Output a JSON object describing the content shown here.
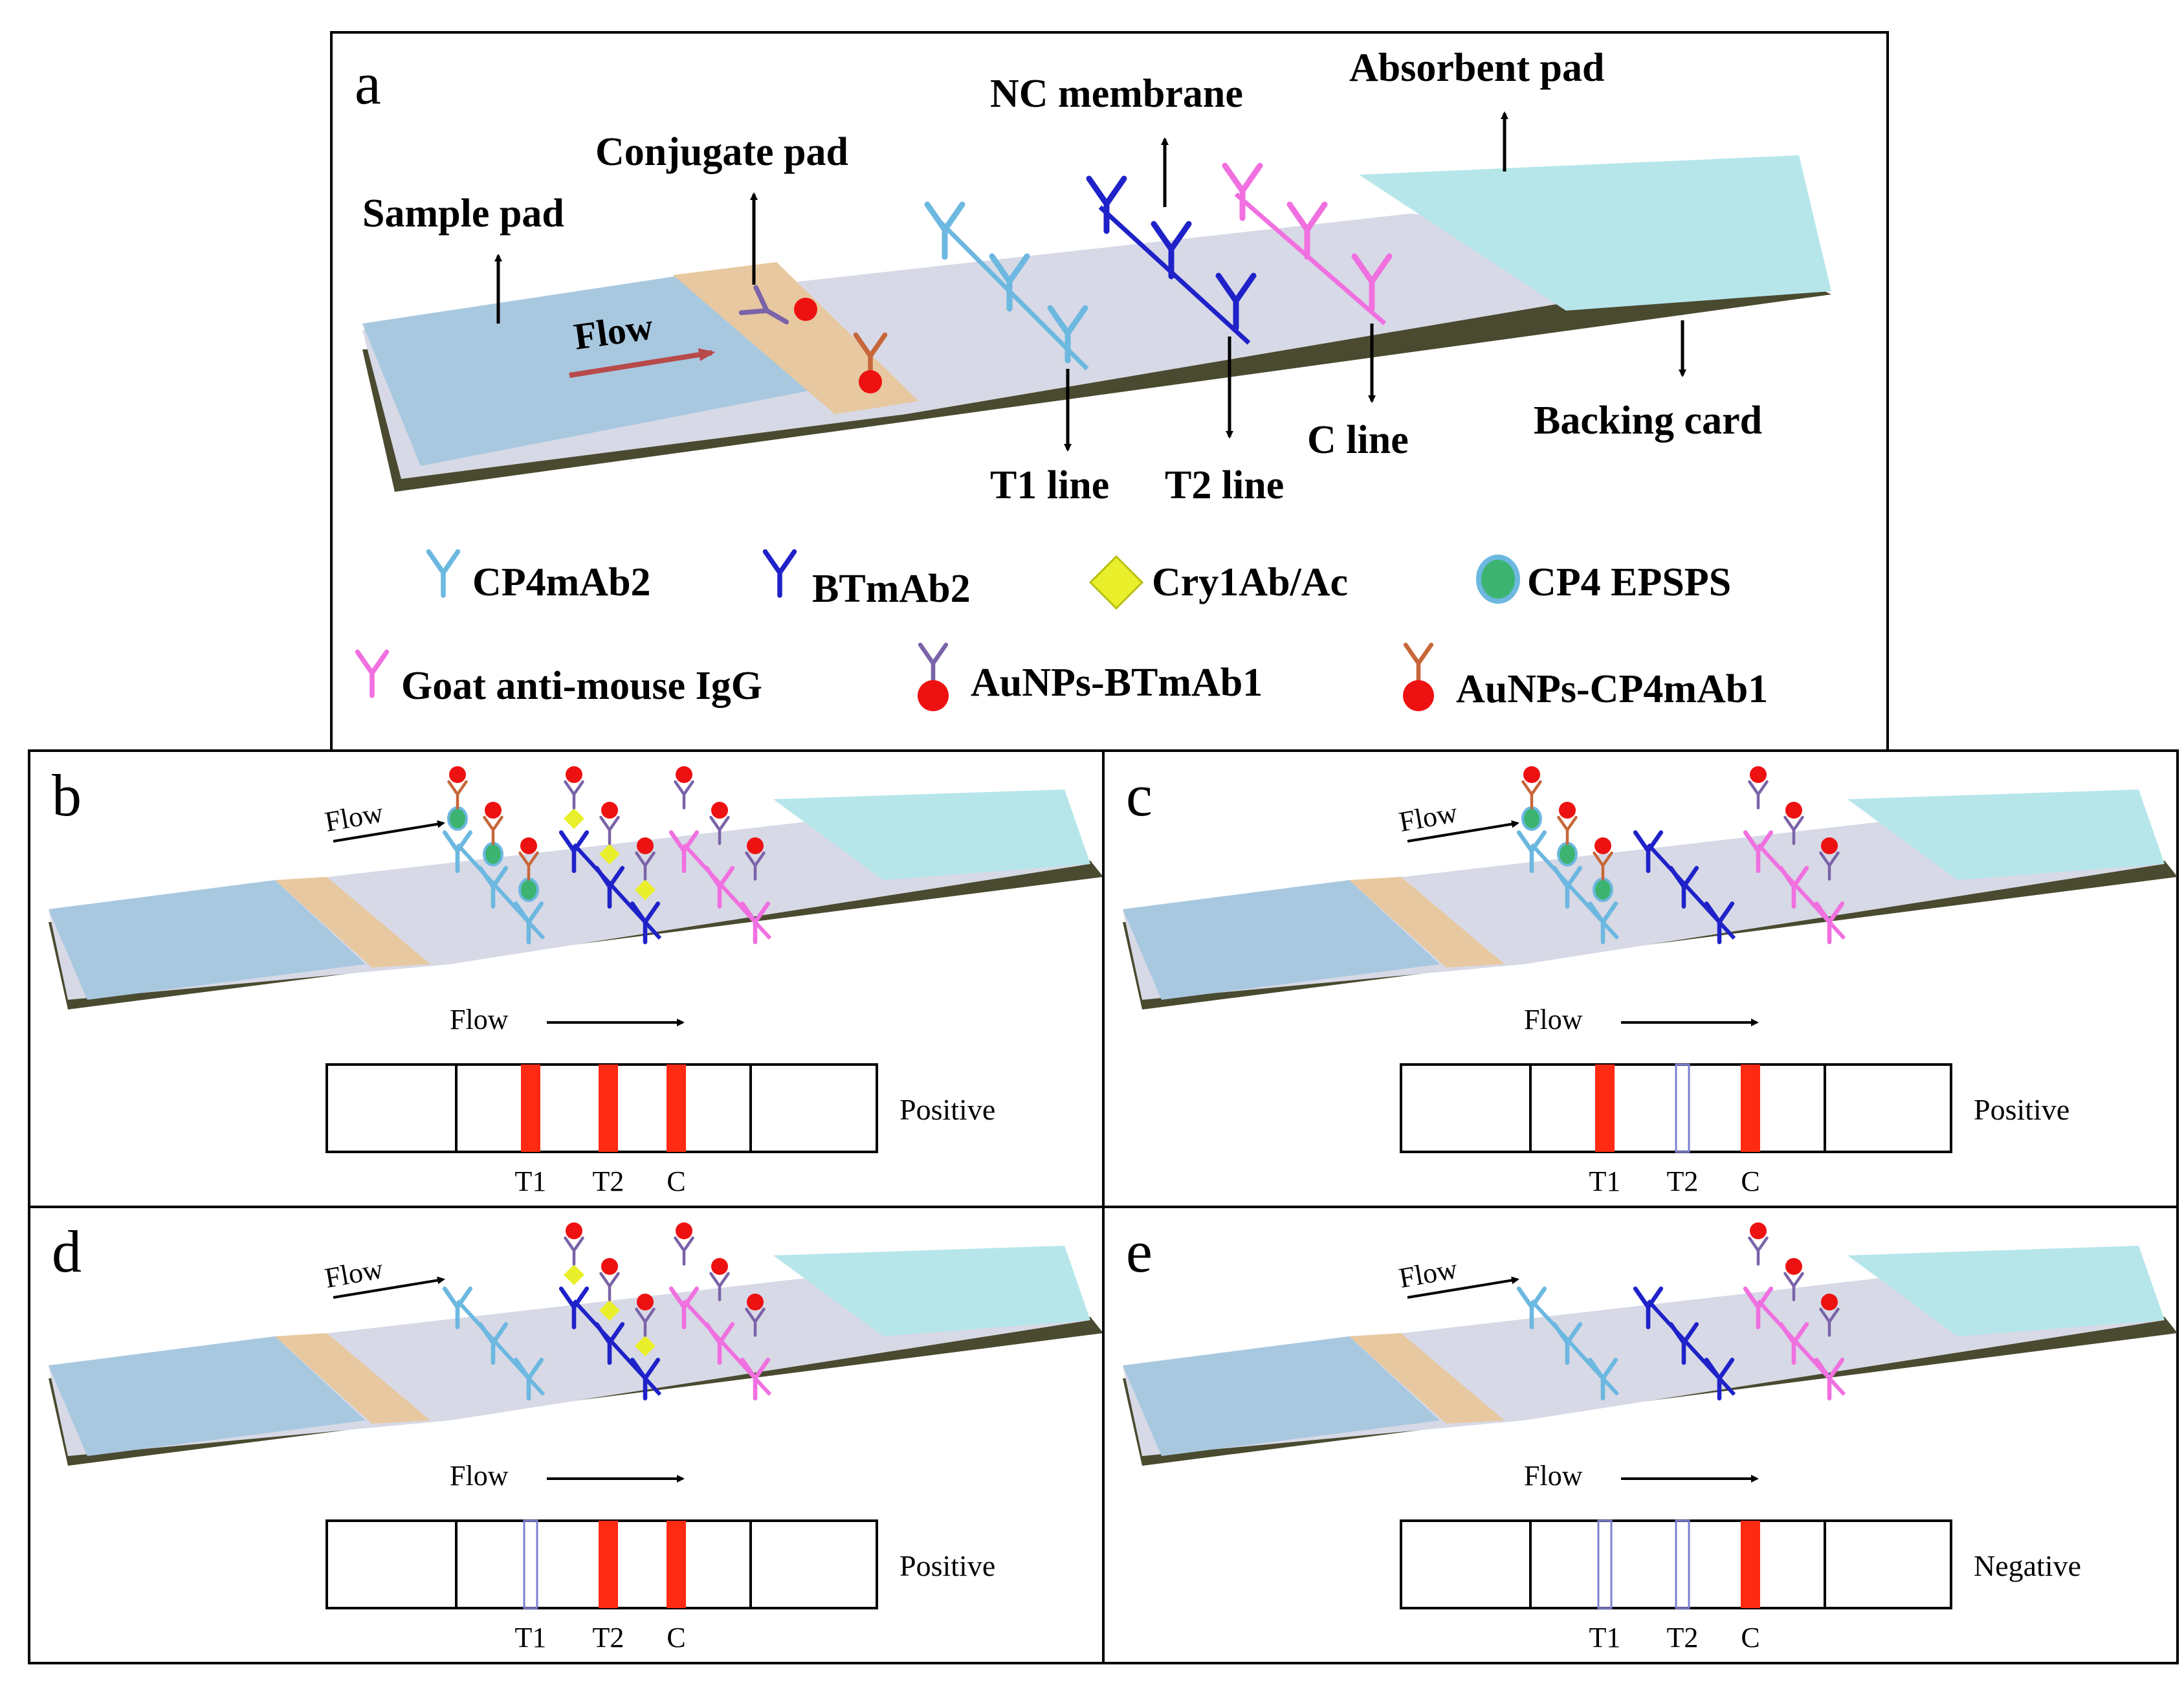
{
  "panel_a": {
    "letter": "a",
    "labels": {
      "sample_pad": "Sample pad",
      "conjugate_pad": "Conjugate pad",
      "nc_membrane": "NC membrane",
      "absorbent_pad": "Absorbent pad",
      "flow": "Flow",
      "t1_line": "T1 line",
      "t2_line": "T2 line",
      "c_line": "C line",
      "backing_card": "Backing card"
    },
    "legend": [
      {
        "key": "cp4mab2",
        "label": "CP4mAb2"
      },
      {
        "key": "btmab2",
        "label": "BTmAb2"
      },
      {
        "key": "cry",
        "label": "Cry1Ab/Ac"
      },
      {
        "key": "epsps",
        "label": "CP4 EPSPS"
      },
      {
        "key": "goat",
        "label": "Goat anti-mouse IgG"
      },
      {
        "key": "au_bt",
        "label": "AuNPs-BTmAb1"
      },
      {
        "key": "au_cp4",
        "label": "AuNPs-CP4mAb1"
      }
    ]
  },
  "result_panels": [
    {
      "letter": "b",
      "flow": "Flow",
      "flow2": "Flow",
      "t1": true,
      "t2": true,
      "c": true,
      "result": "Positive",
      "line_labels": [
        "T1",
        "T2",
        "C"
      ]
    },
    {
      "letter": "c",
      "flow": "Flow",
      "flow2": "Flow",
      "t1": true,
      "t2": false,
      "c": true,
      "result": "Positive",
      "line_labels": [
        "T1",
        "T2",
        "C"
      ]
    },
    {
      "letter": "d",
      "flow": "Flow",
      "flow2": "Flow",
      "t1": false,
      "t2": true,
      "c": true,
      "result": "Positive",
      "line_labels": [
        "T1",
        "T2",
        "C"
      ]
    },
    {
      "letter": "e",
      "flow": "Flow",
      "flow2": "Flow",
      "t1": false,
      "t2": false,
      "c": true,
      "result": "Negative",
      "line_labels": [
        "T1",
        "T2",
        "C"
      ]
    }
  ],
  "colors": {
    "cp4mab2": "#6cb8e0",
    "btmab2": "#1f22c8",
    "goat": "#f070e0",
    "gold": "#ee1111",
    "cry": "#e9ef2a",
    "epsps": "#3cb371",
    "line_red": "#ff2a12"
  }
}
